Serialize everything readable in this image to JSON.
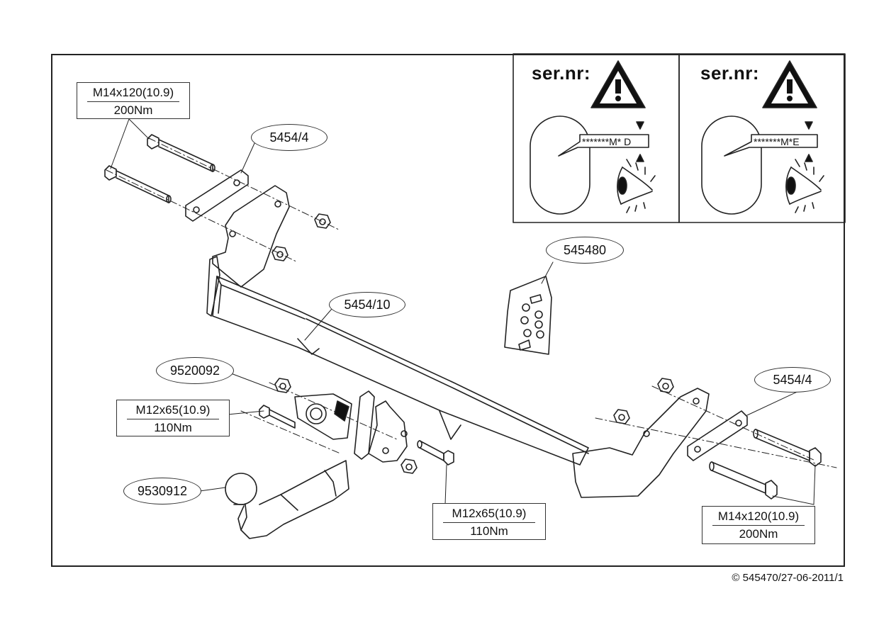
{
  "callouts": {
    "bolt_top_left": {
      "spec": "M14x120(10.9)",
      "torque": "200Nm"
    },
    "bolt_mid_left": {
      "spec": "M12x65(10.9)",
      "torque": "110Nm"
    },
    "bolt_mid_center": {
      "spec": "M12x65(10.9)",
      "torque": "110Nm"
    },
    "bolt_bottom_right": {
      "spec": "M14x120(10.9)",
      "torque": "200Nm"
    }
  },
  "parts": {
    "plate_left": "5454/4",
    "plate_right": "5454/4",
    "crossbar": "5454/10",
    "bolt_kit": "545480",
    "socket_plate": "9520092",
    "towball": "9530912"
  },
  "serial_panels": [
    {
      "label": "ser.nr:",
      "code": "*******M* D"
    },
    {
      "label": "ser.nr:",
      "code": "*******M*E"
    }
  ],
  "footer": {
    "copyright_symbol": "©",
    "doc_ref": "545470/27-06-2011/1"
  }
}
